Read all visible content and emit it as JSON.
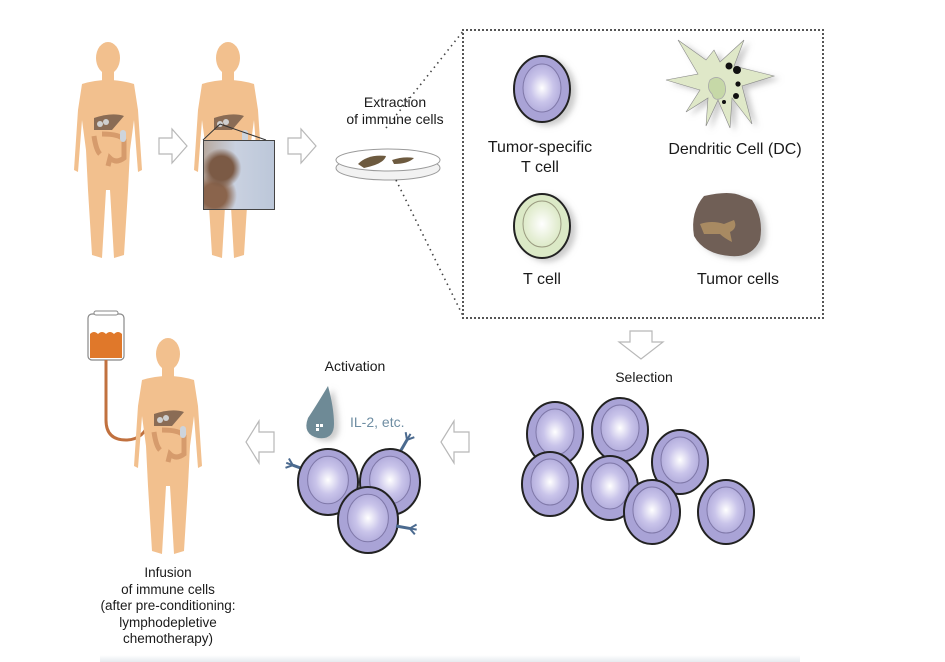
{
  "diagram": {
    "title": "Adoptive immune cell therapy workflow",
    "steps": {
      "extraction": {
        "label_line1": "Extraction",
        "label_line2": "of immune cells"
      },
      "cell_types": [
        {
          "id": "tumor-specific-t-cell",
          "label_line1": "Tumor-specific",
          "label_line2": "T cell",
          "color": "#a9a3d6"
        },
        {
          "id": "dendritic-cell",
          "label_line1": "Dendritic Cell (DC)",
          "label_line2": "",
          "color": "#dfe8c8"
        },
        {
          "id": "t-cell",
          "label_line1": "T cell",
          "label_line2": "",
          "color": "#dbe9c6"
        },
        {
          "id": "tumor-cells",
          "label_line1": "Tumor cells",
          "label_line2": "",
          "color": "#6f5e57"
        }
      ],
      "selection": {
        "label": "Selection"
      },
      "activation": {
        "label": "Activation",
        "cytokine_label": "IL-2, etc."
      },
      "infusion": {
        "lines": [
          "Infusion",
          "of immune cells",
          "(after pre-conditioning:",
          "lymphodepletive",
          "chemotherapy)"
        ]
      }
    },
    "colors": {
      "skin": "#f2c08e",
      "organ": "#d69b6c",
      "liver": "#8a6c55",
      "t_cell_purple": "#a9a3d6",
      "cytokine_drop": "#6e8a96",
      "cytokine_text": "#6f8ea3",
      "infusion_fluid": "#e0782a",
      "arrow_outline": "#b8b8b8"
    }
  }
}
